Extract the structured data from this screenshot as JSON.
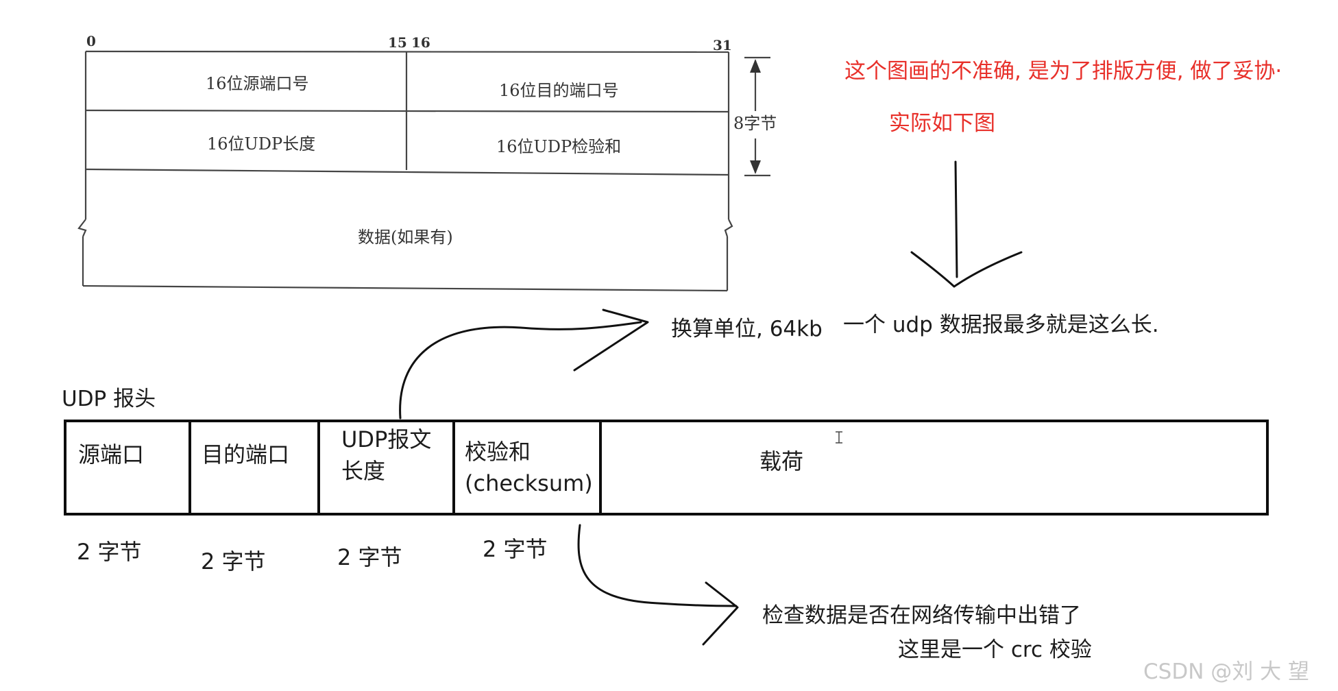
{
  "top_diagram": {
    "bit_labels": {
      "b0": "0",
      "b15": "15",
      "b16": "16",
      "b31": "31"
    },
    "fields": {
      "src_port": "16位源端口号",
      "dst_port": "16位目的端口号",
      "length": "16位UDP长度",
      "checksum": "16位UDP检验和",
      "data": "数据(如果有)"
    },
    "size_label": "8字节"
  },
  "notes": {
    "red_line1": "这个图画的不准确, 是为了排版方便, 做了妥协·",
    "red_line2": "实际如下图",
    "length_unit": "换算单位, 64kb",
    "max_length": "一个 udp 数据报最多就是这么长.",
    "checksum_line1": "检查数据是否在网络传输中出错了",
    "checksum_line2": "这里是一个 crc 校验"
  },
  "udp_header": {
    "title": "UDP 报头",
    "cells": {
      "src_port": "源端口",
      "dst_port": "目的端口",
      "length_l1": "UDP报文",
      "length_l2": "长度",
      "checksum_l1": "校验和",
      "checksum_l2": "(checksum)",
      "payload": "载荷"
    },
    "byte_labels": [
      "2 字节",
      "2 字节",
      "2 字节",
      "2 字节"
    ]
  },
  "watermark": "CSDN @刘 大 望",
  "colors": {
    "note_red": "#e8302a",
    "ink": "#1c1c1c"
  }
}
